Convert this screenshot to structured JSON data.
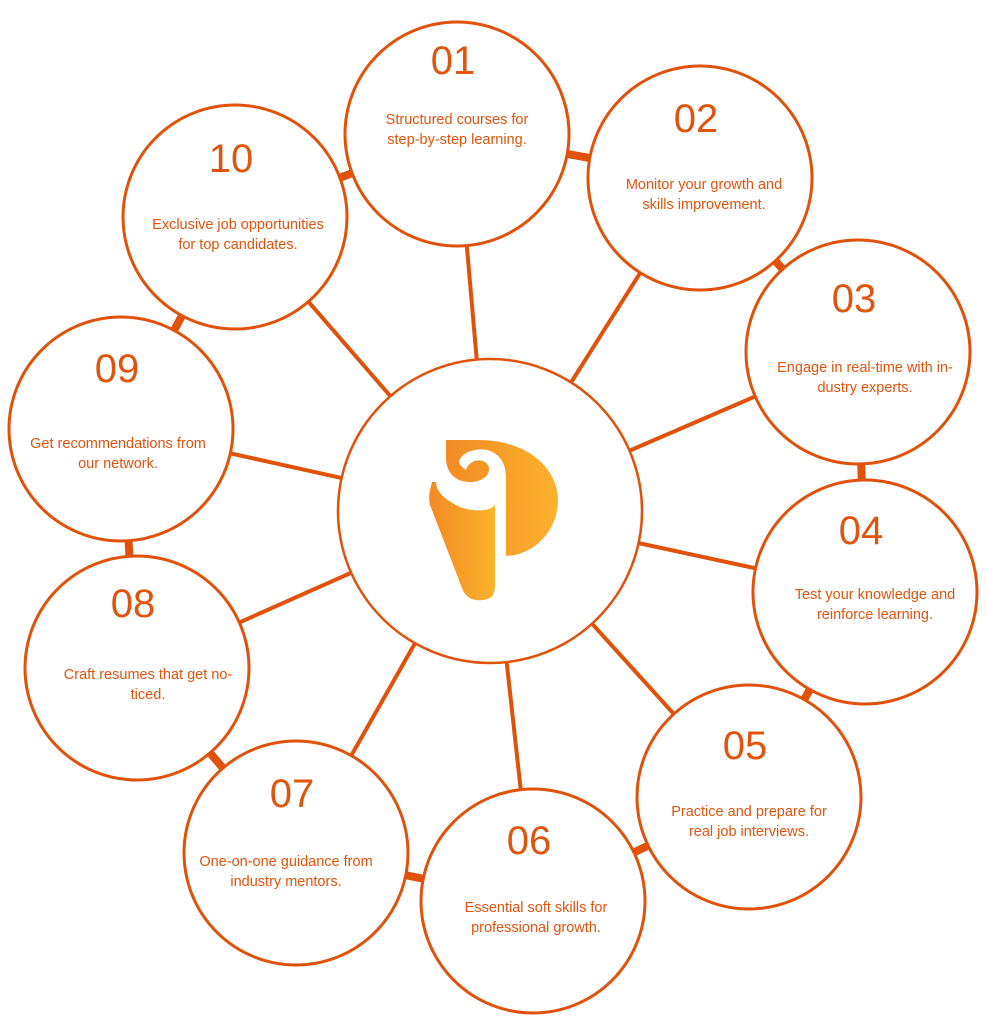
{
  "colors": {
    "accent": "#E0520A",
    "logo_start": "#F28A22",
    "logo_end": "#FBB32D"
  },
  "center": {
    "logo": "p-brand-logo"
  },
  "items": [
    {
      "number": "01",
      "lines": [
        "Structured courses for",
        "step-by-step learning."
      ]
    },
    {
      "number": "02",
      "lines": [
        "Monitor your growth and",
        "skills improvement."
      ]
    },
    {
      "number": "03",
      "lines": [
        "Engage in real-time with in-",
        "dustry experts."
      ]
    },
    {
      "number": "04",
      "lines": [
        "Test your knowledge and",
        "reinforce learning."
      ]
    },
    {
      "number": "05",
      "lines": [
        "Practice and prepare for",
        "real job interviews."
      ]
    },
    {
      "number": "06",
      "lines": [
        "Essential soft skills for",
        "professional growth."
      ]
    },
    {
      "number": "07",
      "lines": [
        "One-on-one guidance from",
        "industry mentors."
      ]
    },
    {
      "number": "08",
      "lines": [
        "Craft resumes that get no-",
        "ticed."
      ]
    },
    {
      "number": "09",
      "lines": [
        "Get recommendations from",
        "our network."
      ]
    },
    {
      "number": "10",
      "lines": [
        "Exclusive job opportunities",
        "for top candidates."
      ]
    }
  ]
}
